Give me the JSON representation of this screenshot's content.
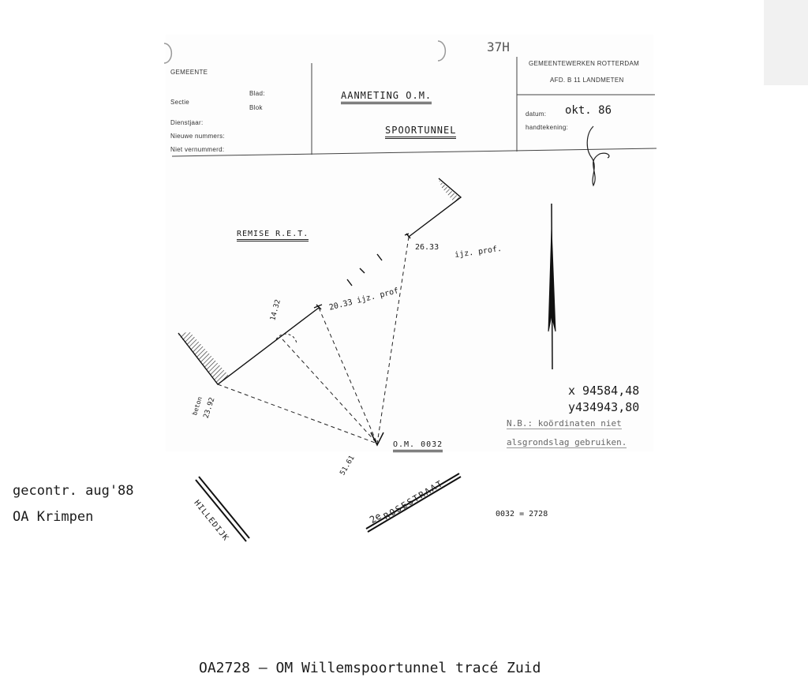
{
  "sheet_number": "37H",
  "header": {
    "gemeente_label": "GEMEENTE",
    "blad_label": "Blad:",
    "sectie_label": "Sectie",
    "blok_label": "Blok",
    "dienstjaar_label": "Dienstjaar:",
    "nieuwe_nummers_label": "Nieuwe nummers:",
    "niet_vernummerd_label": "Niet vernummerd:",
    "title_line1": "AANMETING O.M.",
    "title_line2": "SPOORTUNNEL",
    "org_line1": "GEMEENTEWERKEN ROTTERDAM",
    "org_line2": "AFD. B 11 LANDMETEN",
    "datum_label": "datum:",
    "datum_value": "okt. 86",
    "handtekening_label": "handtekening:"
  },
  "sketch": {
    "remise_label": "REMISE R.E.T.",
    "point_a_distance": "26.33",
    "point_a_desc": "ijz. prof.",
    "point_b_distance": "20.33 ijz. prof",
    "point_b_offset": "14.32",
    "beton_label": "beton",
    "beton_distance": "23.92",
    "om_distance": "51.61",
    "om_label": "O.M. 0032",
    "coord_x": "x 94584,48",
    "coord_y": "y434943,80",
    "nb_line1": "N.B.: koördinaten niet",
    "nb_line2": "alsgrondslag gebruiken.",
    "street_hilledijk": "HILLEDIJK",
    "street_rosestraat_prefix": "2e",
    "street_rosestraat": "ROSESTRAAT",
    "equivalence": "0032 = 2728"
  },
  "check_note_line1": "gecontr. aug'88",
  "check_note_line2": "OA Krimpen",
  "footer_caption": "OA2728 – OM Willemspoortunnel tracé Zuid"
}
